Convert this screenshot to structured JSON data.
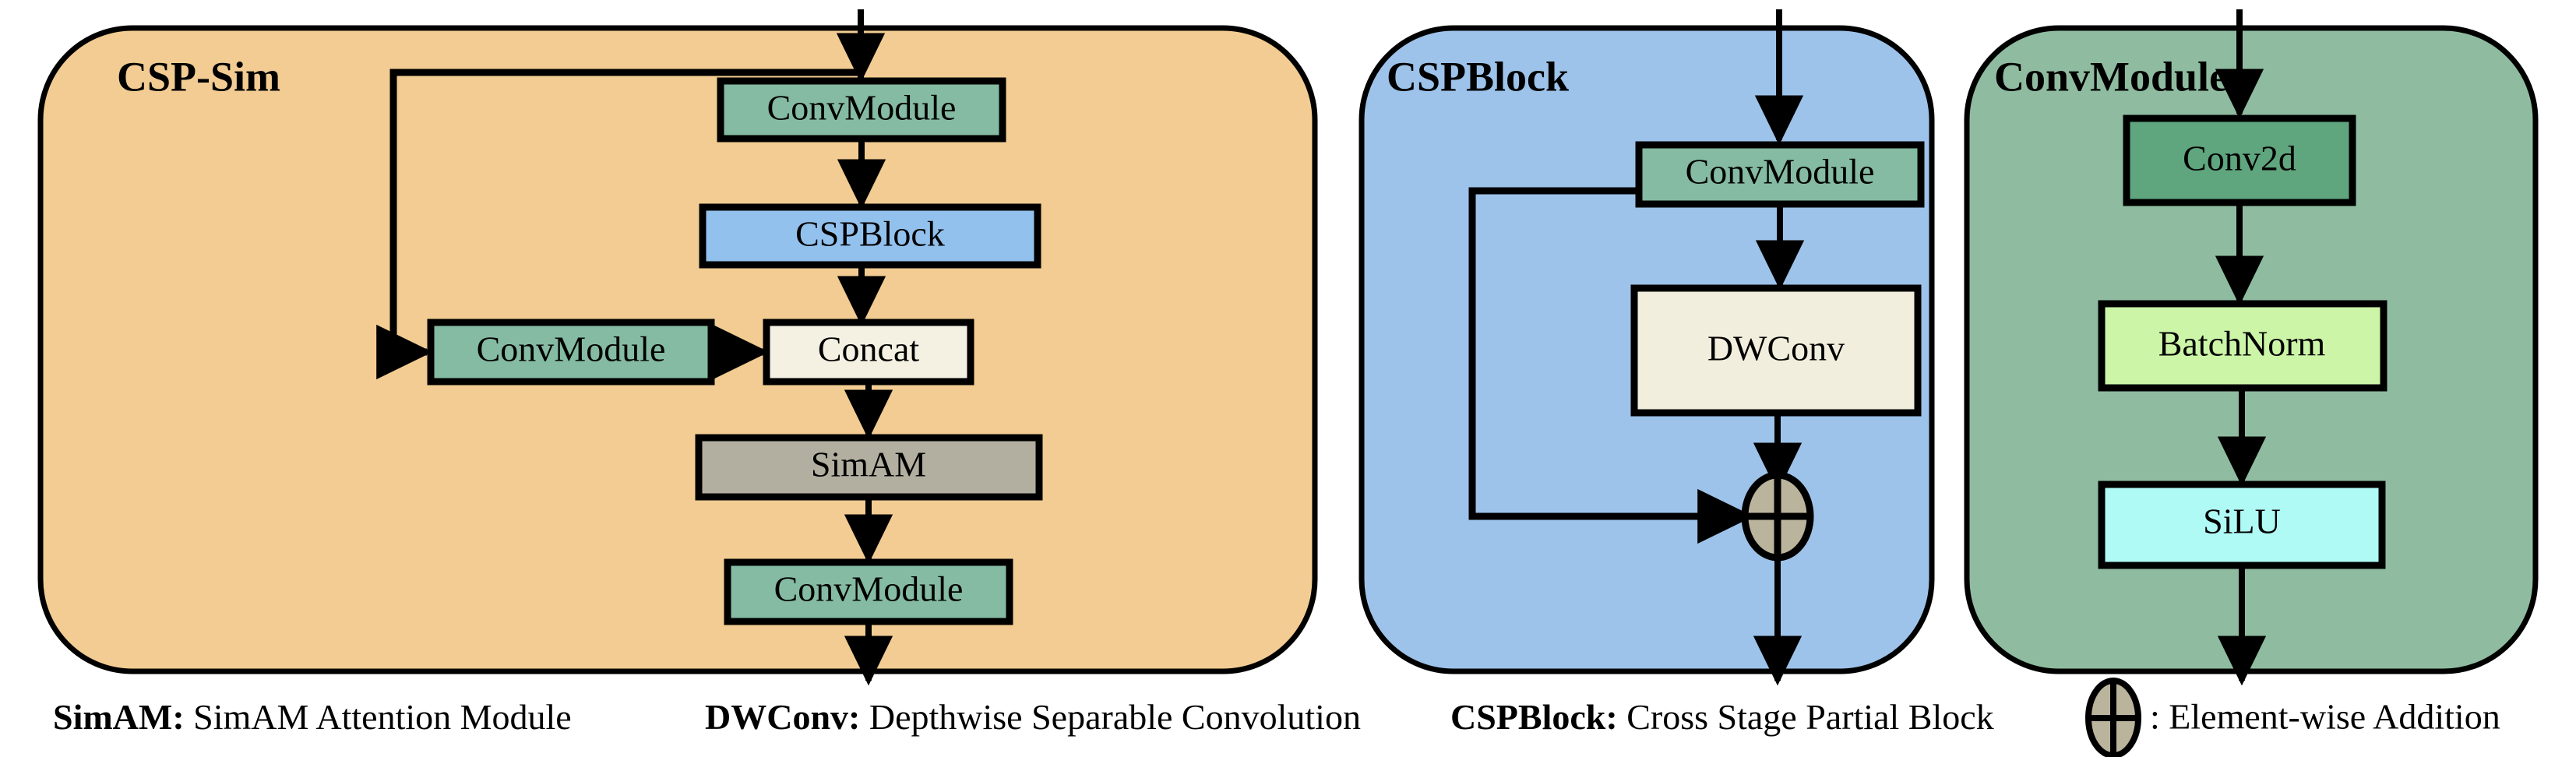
{
  "figure": {
    "type": "architecture-block-diagram",
    "background": "#ffffff",
    "stroke": "#000000"
  },
  "colors": {
    "panel_csp_sim": "#F2CC92",
    "panel_cspblock": "#9DC3EA",
    "panel_convmodule": "#8FBCA0",
    "block_convmodule": "#84BBA2",
    "block_cspblock": "#93C1EE",
    "block_concat": "#F4F1E3",
    "block_simam": "#B3AFA0",
    "block_dwconv": "#F2EEDD",
    "block_conv2d": "#5FA57E",
    "block_batchnorm": "#CCF5A8",
    "block_silu": "#B0FAF5",
    "addition_fill": "#BBB49C"
  },
  "panels": [
    {
      "id": "csp-sim",
      "title": "CSP-Sim",
      "fill": "#F2CC92",
      "blocks": [
        {
          "id": "convmodule-top",
          "label": "ConvModule",
          "fill": "#84BBA2"
        },
        {
          "id": "cspblock",
          "label": "CSPBlock",
          "fill": "#93C1EE"
        },
        {
          "id": "convmodule-branch",
          "label": "ConvModule",
          "fill": "#84BBA2"
        },
        {
          "id": "concat",
          "label": "Concat",
          "fill": "#F4F1E3"
        },
        {
          "id": "simam",
          "label": "SimAM",
          "fill": "#B3AFA0"
        },
        {
          "id": "convmodule-bottom",
          "label": "ConvModule",
          "fill": "#84BBA2"
        }
      ]
    },
    {
      "id": "cspblock",
      "title": "CSPBlock",
      "fill": "#9DC3EA",
      "blocks": [
        {
          "id": "convmodule",
          "label": "ConvModule",
          "fill": "#84BBA2"
        },
        {
          "id": "dwconv",
          "label": "DWConv",
          "fill": "#F2EEDD"
        }
      ],
      "operators": [
        {
          "id": "elementwise-add",
          "symbol": "plus-circle",
          "fill": "#BBB49C"
        }
      ]
    },
    {
      "id": "convmodule",
      "title": "ConvModule",
      "fill": "#8FBCA0",
      "blocks": [
        {
          "id": "conv2d",
          "label": "Conv2d",
          "fill": "#5FA57E"
        },
        {
          "id": "batchnorm",
          "label": "BatchNorm",
          "fill": "#CCF5A8"
        },
        {
          "id": "silu",
          "label": "SiLU",
          "fill": "#B0FAF5"
        }
      ]
    }
  ],
  "legend": [
    {
      "id": "simam",
      "term": "SimAM:",
      "definition": " SimAM Attention Module"
    },
    {
      "id": "dwconv",
      "term": "DWConv:",
      "definition": " Depthwise Separable  Convolution"
    },
    {
      "id": "cspblock",
      "term": "CSPBlock:",
      "definition": " Cross Stage Partial Block"
    },
    {
      "id": "addition",
      "term": "",
      "definition": ": Element-wise Addition",
      "icon": "plus-circle"
    }
  ]
}
